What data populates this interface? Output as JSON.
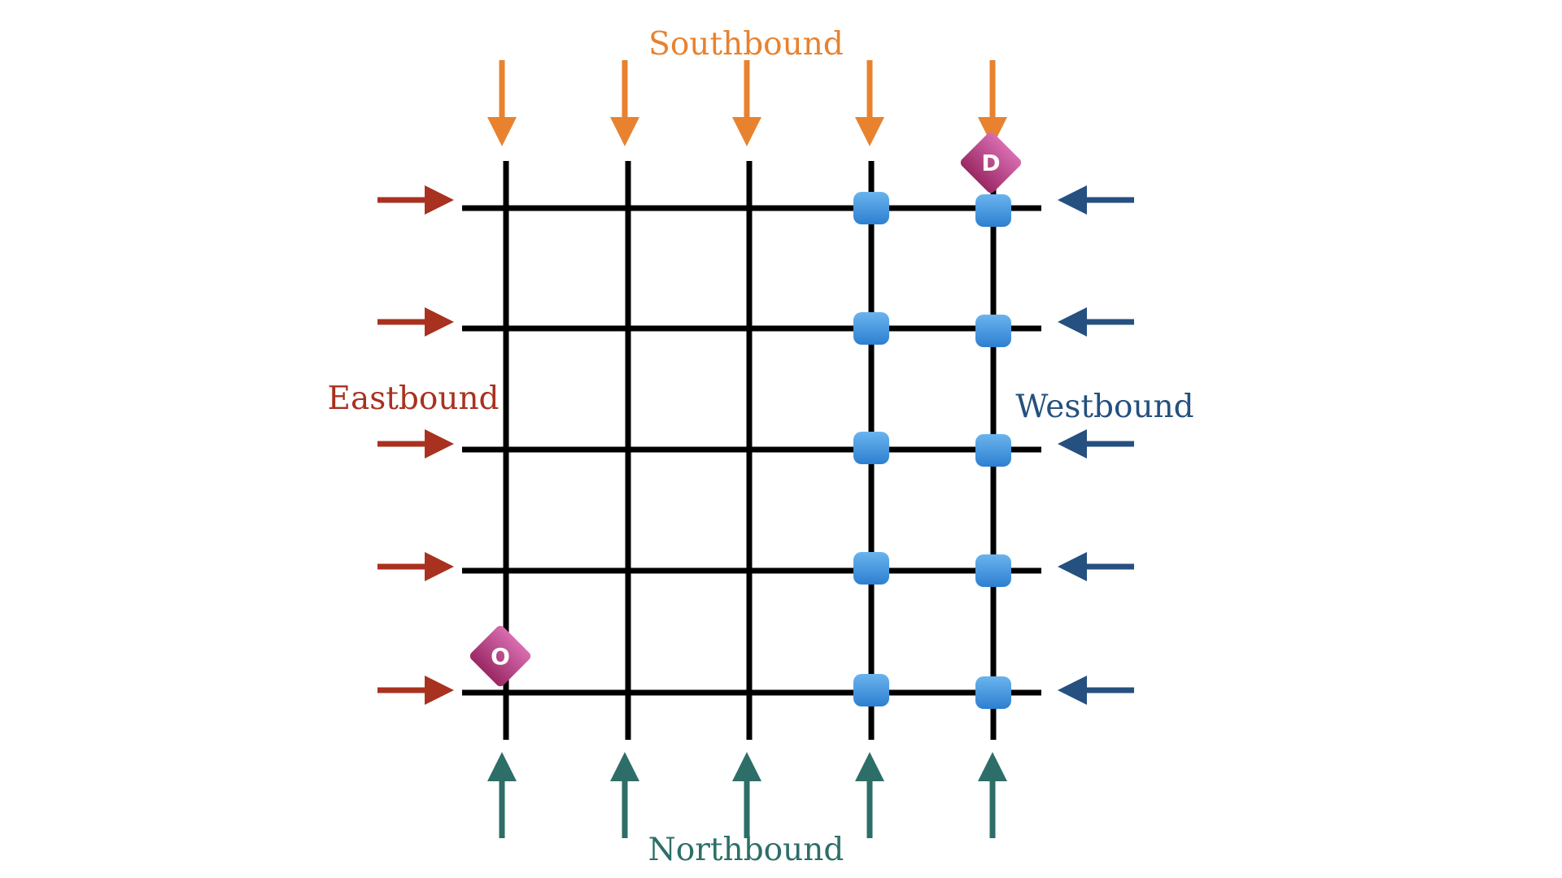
{
  "labels": {
    "southbound": "Southbound",
    "northbound": "Northbound",
    "eastbound": "Eastbound",
    "westbound": "Westbound"
  },
  "markers": {
    "origin": "O",
    "destination": "D"
  },
  "colors": {
    "southbound": "#e8822f",
    "northbound": "#2d6e68",
    "eastbound": "#a9311f",
    "westbound": "#25507f",
    "grid": "#000000",
    "node_top": "#6ab4ee",
    "node_bottom": "#2d7fd0",
    "marker_top": "#d86db1",
    "marker_bottom": "#9a2863"
  }
}
